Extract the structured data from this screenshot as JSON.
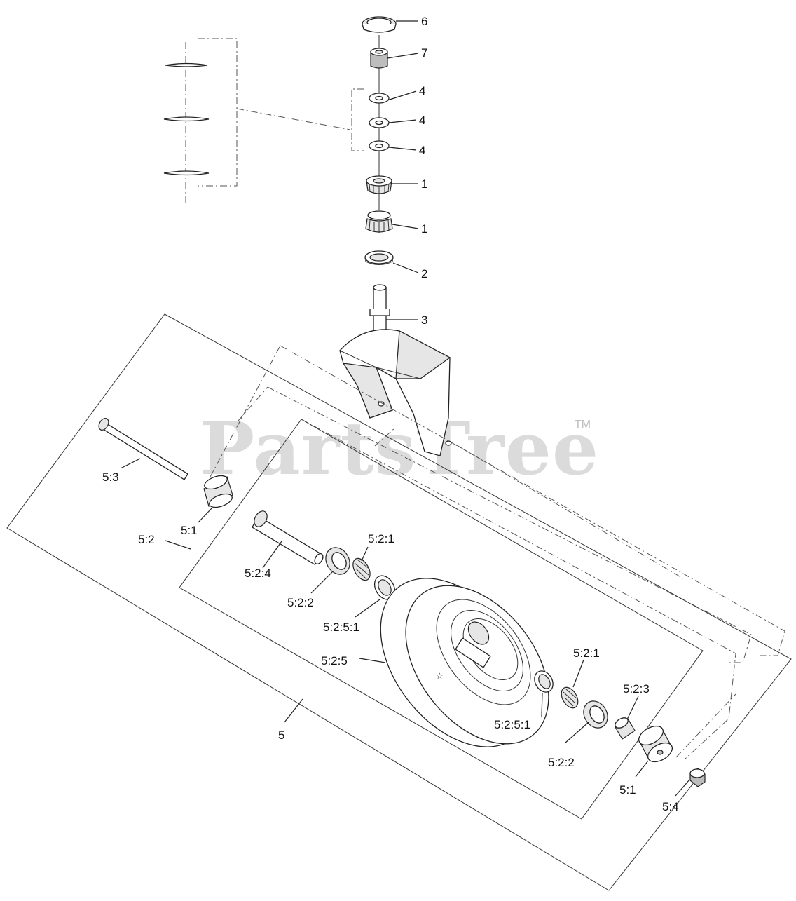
{
  "watermark": {
    "brand": "PartsTree",
    "trademark": "TM"
  },
  "callouts": {
    "c1": "6",
    "c2": "7",
    "c3": "4",
    "c4": "4",
    "c5": "4",
    "c6": "1",
    "c7": "1",
    "c8": "2",
    "c9": "3",
    "c10": "5:3",
    "c11": "5:1",
    "c12": "5:2",
    "c13": "5:2:4",
    "c14": "5:2:1",
    "c15": "5:2:2",
    "c16": "5:2:5:1",
    "c17": "5:2:5",
    "c18": "5:2:1",
    "c19": "5:2:3",
    "c20": "5:2:5:1",
    "c21": "5:2:2",
    "c22": "5:1",
    "c23": "5:4",
    "c24": "5"
  }
}
